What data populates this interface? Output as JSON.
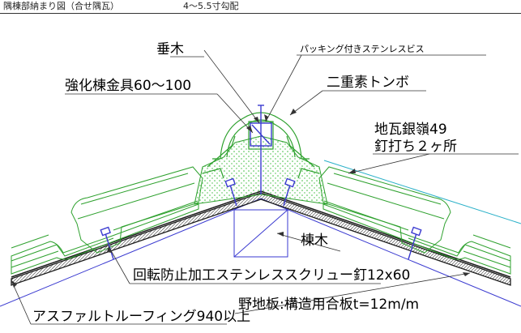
{
  "title": {
    "main": "隅棟部納まり図（合せ隅瓦）",
    "pitch": "4〜5.5寸勾配"
  },
  "labels": {
    "taruki": "垂木",
    "packing_screw": "パッキング付きステンレスビス",
    "kyouka_kanagu": "強化棟金具60〜100",
    "nijyu_tonbo": "二重素トンボ",
    "jigawara": "地瓦銀嶺49",
    "kugi": "釘打ち２ヶ所",
    "munagi": "棟木",
    "screw_nail": "回転防止加工ステンレススクリュー釘12x60",
    "nojiita": "野地板:構造用合板t=12m/m",
    "asphalt": "アスファルトルーフィング940以上"
  },
  "colors": {
    "tile": "#2ea12e",
    "ridge_dots": "#3dbb3d",
    "sheathing": "#1c1c1c",
    "structure": "#3a3ad0",
    "screw": "#3a3ad0",
    "cyan_line": "#29b0c8",
    "leader": "#333333"
  }
}
